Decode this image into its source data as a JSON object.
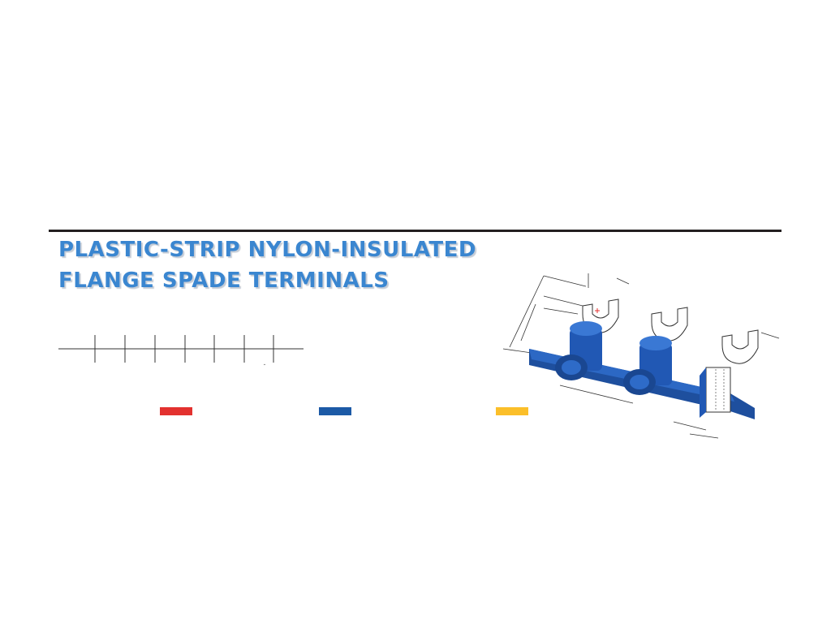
{
  "document": {
    "title_line1": "PLASTIC-STRIP NYLON-INSULATED",
    "title_line2": "FLANGE SPADE TERMINALS"
  },
  "colors": {
    "title": "#3a86d0",
    "rule": "#231f20",
    "red": "#e3312f",
    "blue": "#1c5aa6",
    "yellow": "#fbbf2a",
    "terminal_blue": "#2158b4"
  },
  "color_swatches": [
    "red",
    "blue",
    "yellow"
  ],
  "icons": [
    "spade-terminal-strip-illustration"
  ]
}
